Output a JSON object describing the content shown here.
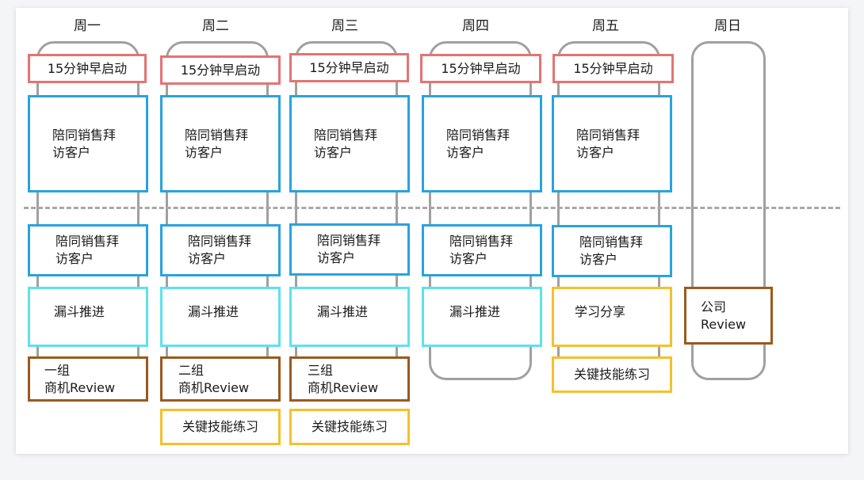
{
  "days": [
    "周一",
    "周二",
    "周三",
    "周四",
    "周五",
    "周日"
  ],
  "items": {
    "standup": "15分钟早启动",
    "visit_line1": "陪同销售拜",
    "visit_line2": "访客户",
    "funnel": "漏斗推进",
    "group1_line1": "一组",
    "group2_line1": "二组",
    "group3_line1": "三组",
    "group_line2": "商机Review",
    "skills": "关键技能练习",
    "learning": "学习分享",
    "company_line1": "公司",
    "company_line2": "Review"
  },
  "colors": {
    "standup_border": "#e57373",
    "visit_border": "#29a3df",
    "funnel_border": "#5fe0ef",
    "review_border": "#9a5a1e",
    "skills_border": "#f5c02c",
    "lane_border": "#a0a0a0",
    "divider": "#a8a8a8"
  }
}
